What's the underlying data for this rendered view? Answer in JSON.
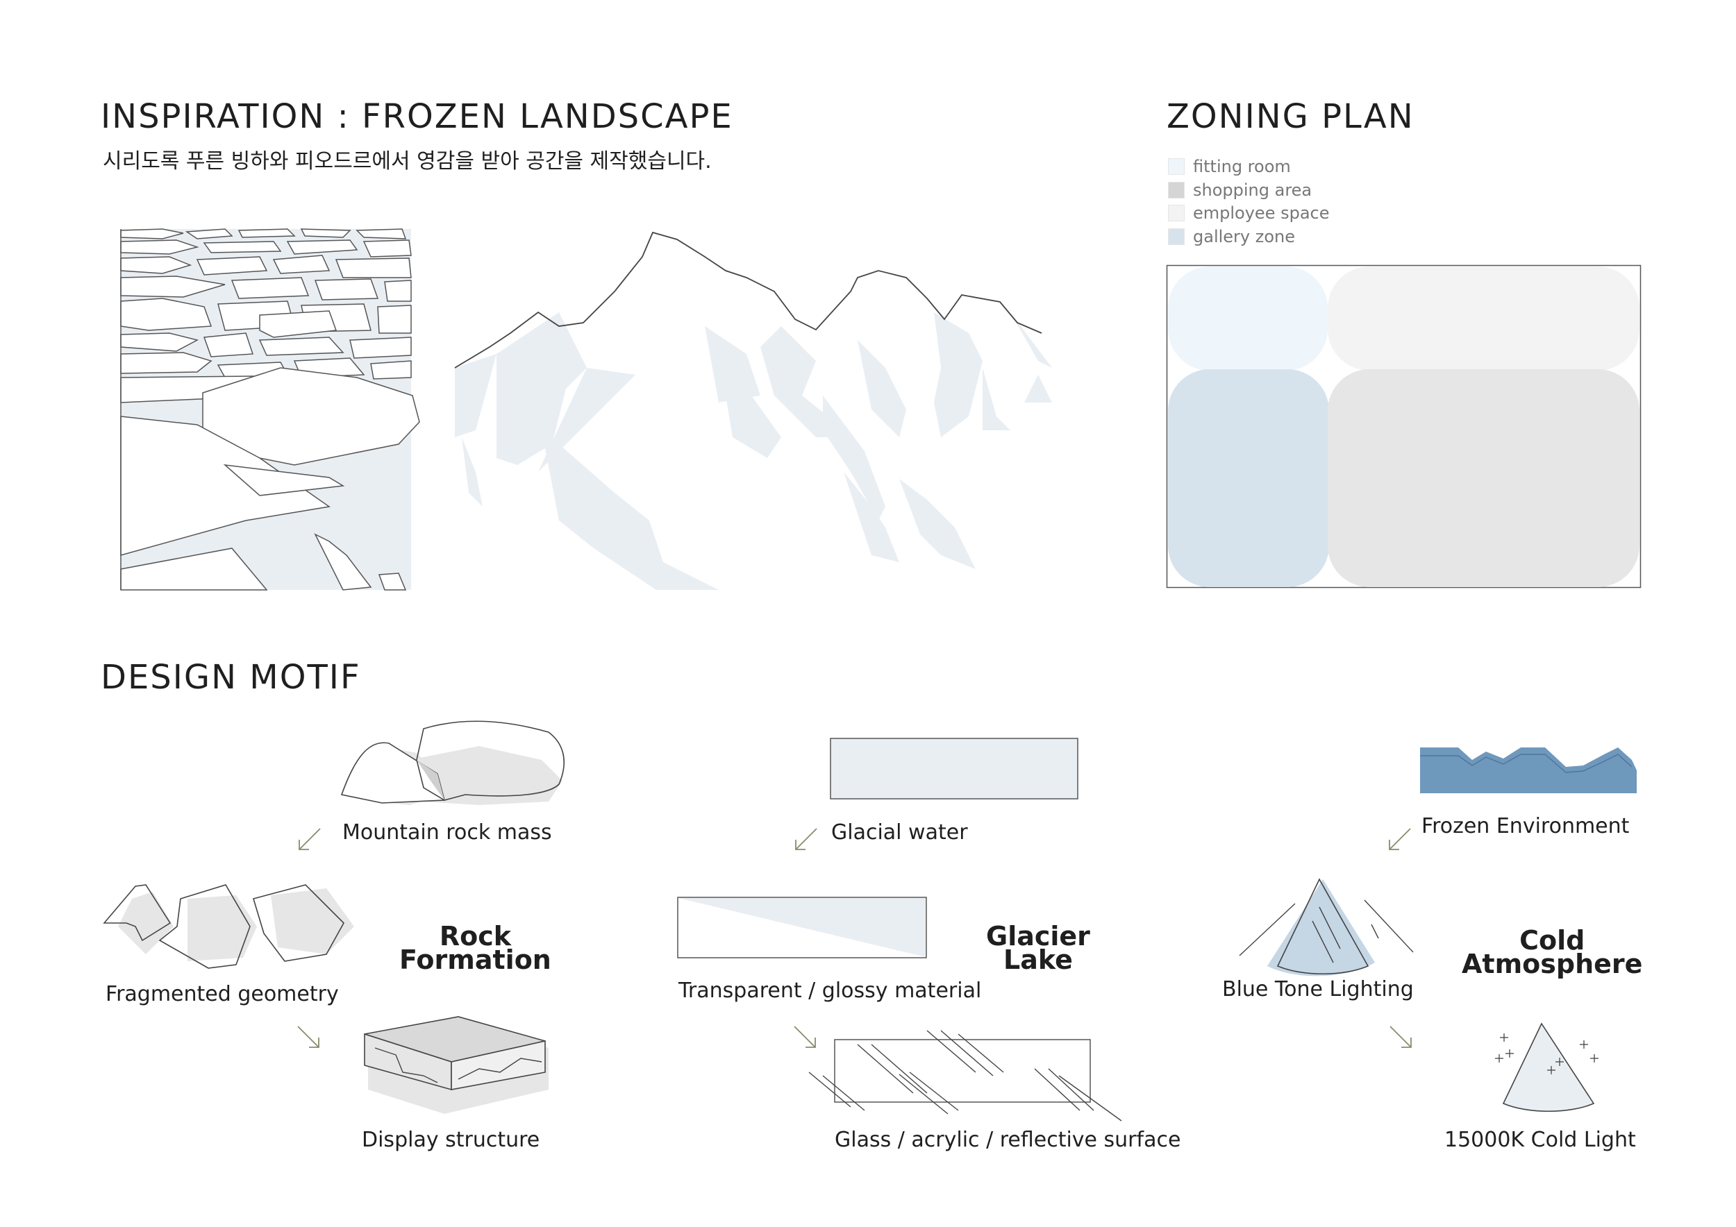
{
  "inspiration": {
    "title": "INSPIRATION : FROZEN LANDSCAPE",
    "subtitle": "시리도록 푸른 빙하와 피오드르에서 영감을 받아 공간을 제작했습니다."
  },
  "zoning": {
    "title": "ZONING PLAN",
    "legend": [
      {
        "label": "fitting room",
        "color": "#eef5fb"
      },
      {
        "label": "shopping area",
        "color": "#d5d5d5"
      },
      {
        "label": "employee space",
        "color": "#f3f3f3"
      },
      {
        "label": "gallery zone",
        "color": "#d7e3ec"
      }
    ]
  },
  "motif": {
    "title": "DESIGN MOTIF",
    "rock": {
      "source": "Mountain rock mass",
      "heading_line1": "Rock",
      "heading_line2": "Formation",
      "feature": "Fragmented geometry",
      "result": "Display structure"
    },
    "glacier": {
      "source": "Glacial water",
      "heading_line1": "Glacier",
      "heading_line2": "Lake",
      "feature": "Transparent / glossy material",
      "result": "Glass / acrylic / reflective surface"
    },
    "cold": {
      "source": "Frozen Environment",
      "heading_line1": "Cold",
      "heading_line2": "Atmosphere",
      "feature": "Blue Tone Lighting",
      "result": "15000K Cold Light"
    }
  },
  "colors": {
    "ice": "#e9eef3",
    "frozen_blue": "#6f98bd",
    "line": "#4a4a4a",
    "arrow": "#8a8a6a"
  }
}
